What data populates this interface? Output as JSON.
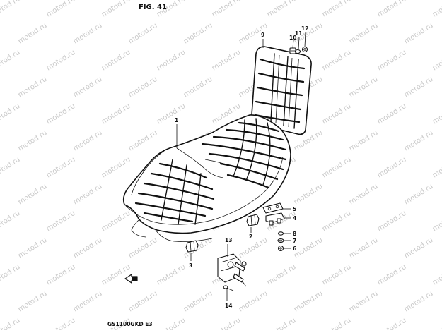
{
  "figure": {
    "title": "FIG. 41",
    "model_code": "GS1100GKD E3"
  },
  "callouts": [
    "1",
    "2",
    "3",
    "4",
    "5",
    "6",
    "7",
    "8",
    "9",
    "10",
    "11",
    "12",
    "13",
    "14"
  ],
  "watermark": "motod.ru"
}
